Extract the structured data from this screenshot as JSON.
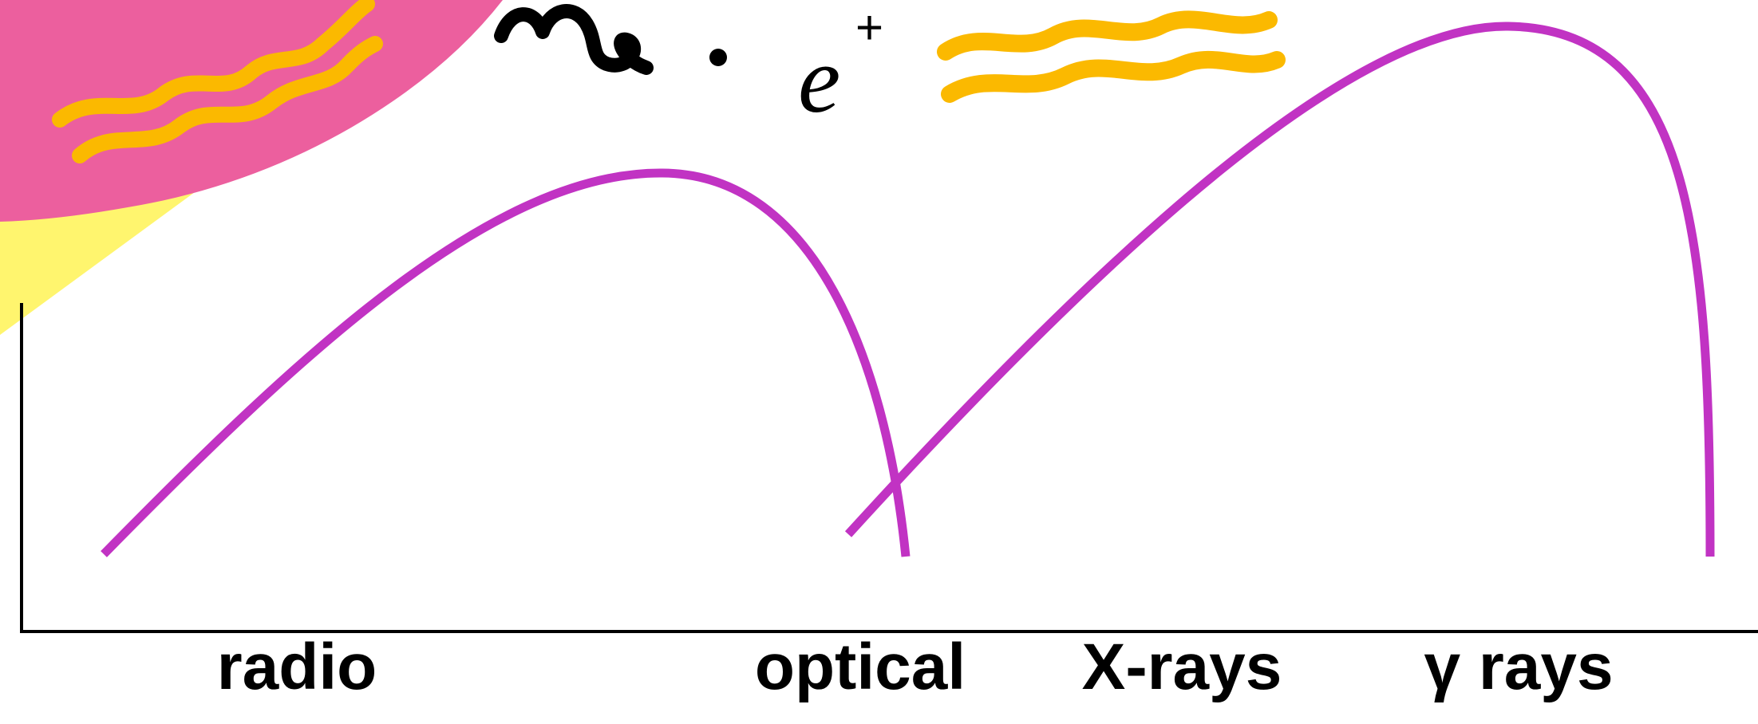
{
  "colors": {
    "background": "#ffffff",
    "pink_blob": "#ec5f9e",
    "yellow_beam": "#fff56e",
    "squiggle": "#fbb900",
    "curve": "#c133c3",
    "axis": "#000000",
    "ink": "#000000"
  },
  "icons": {
    "electron_symbol": "e-superscript-t-glyph",
    "squiggle": "wavy-photon-lines",
    "scatter_mark": "curly-scribble-with-dot"
  },
  "diagram": {
    "electron_label": "e",
    "electron_superscript": "+",
    "x_axis_labels": {
      "radio": "radio",
      "optical": "optical",
      "xrays": "X-rays",
      "gamma": "γ rays"
    }
  }
}
